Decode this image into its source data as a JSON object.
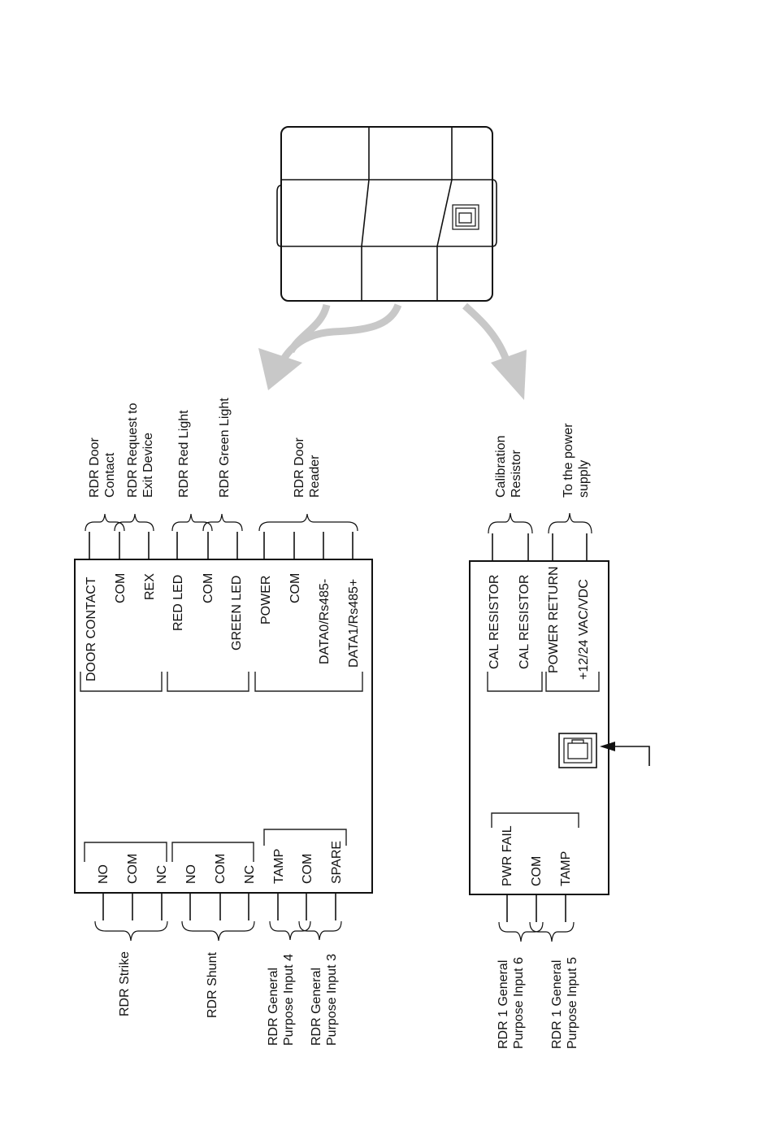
{
  "colors": {
    "line": "#111111",
    "arrow": "#c8c8c8",
    "background": "#ffffff"
  },
  "left_board": {
    "top_terminals": {
      "group1": [
        "DOOR CONTACT",
        "COM",
        "REX"
      ],
      "group2": [
        "RED LED",
        "COM",
        "GREEN LED"
      ],
      "group3": [
        "POWER",
        "COM",
        "DATA0/Rs485-",
        "DATA1/Rs485+"
      ]
    },
    "bottom_terminals": {
      "group1": [
        "NO",
        "COM",
        "NC"
      ],
      "group2": [
        "NO",
        "COM",
        "NC"
      ],
      "group3": [
        "TAMP",
        "COM",
        "SPARE"
      ]
    },
    "top_labels": {
      "door_contact": [
        "RDR Door",
        "Contact"
      ],
      "request_exit": [
        "RDR Request to",
        "Exit Device"
      ],
      "red_light": "RDR Red Light",
      "green_light": "RDR Green Light",
      "door_reader": [
        "RDR Door",
        "Reader"
      ]
    },
    "bottom_labels": {
      "strike": "RDR Strike",
      "shunt": "RDR Shunt",
      "gpi4": [
        "RDR General",
        "Purpose Input 4"
      ],
      "gpi3": [
        "RDR General",
        "Purpose Input 3"
      ]
    }
  },
  "right_board": {
    "top_terminals": {
      "group1": [
        "CAL RESISTOR",
        "CAL RESISTOR"
      ],
      "group2": [
        "POWER RETURN",
        "+12/24 VAC/VDC"
      ]
    },
    "bottom_terminals": [
      "PWR FAIL",
      "COM",
      "TAMP"
    ],
    "top_labels": {
      "calibration": [
        "Calibration",
        "Resistor"
      ],
      "power_supply": [
        "To the power",
        "supply"
      ]
    },
    "bottom_labels": {
      "gpi6": [
        "RDR 1 General",
        "Purpose Input 6"
      ],
      "gpi5": [
        "RDR 1 General",
        "Purpose Input 5"
      ]
    }
  }
}
